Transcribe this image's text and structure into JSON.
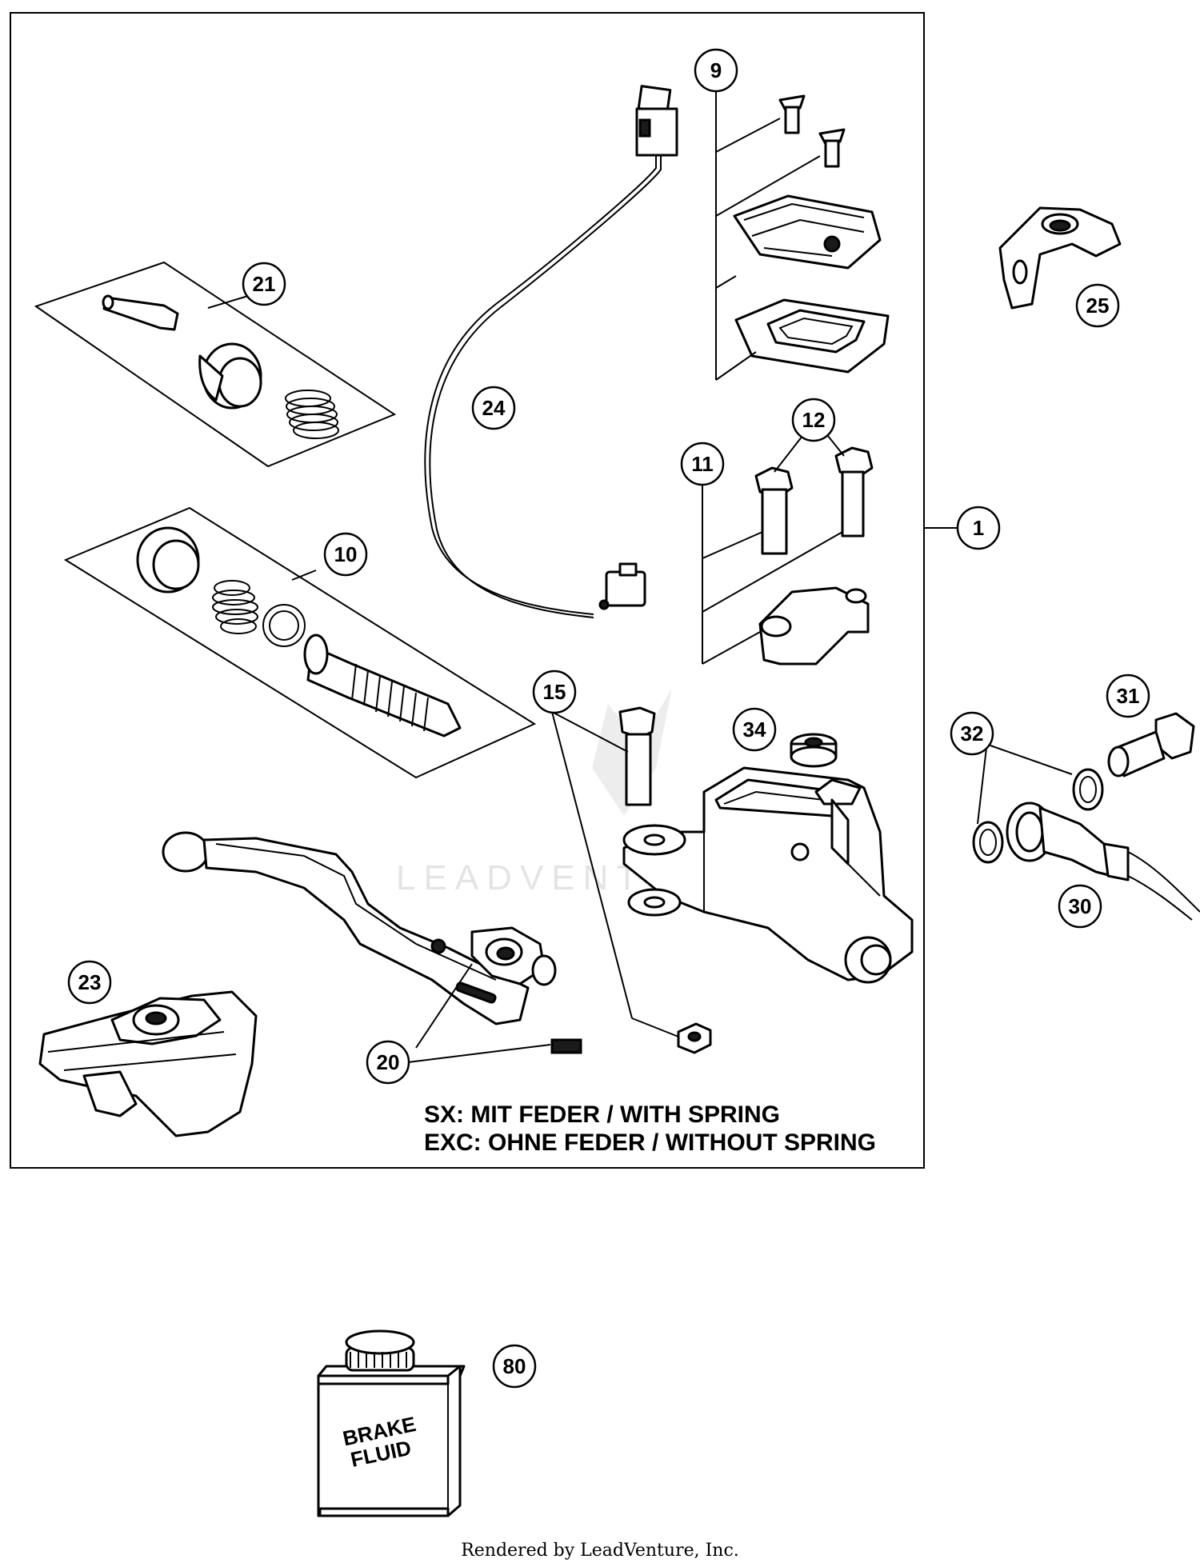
{
  "callouts": {
    "c1": "1",
    "c9": "9",
    "c10": "10",
    "c11": "11",
    "c12": "12",
    "c15": "15",
    "c20": "20",
    "c21": "21",
    "c23": "23",
    "c24": "24",
    "c25": "25",
    "c30": "30",
    "c31": "31",
    "c32": "32",
    "c34": "34",
    "c80": "80"
  },
  "note": {
    "line1": "SX: MIT FEDER / WITH SPRING",
    "line2": "EXC: OHNE FEDER / WITHOUT SPRING"
  },
  "can_label": {
    "line1": "BRAKE",
    "line2": "FLUID"
  },
  "watermark": "LEADVENTURE",
  "footer": "Rendered by LeadVenture, Inc."
}
